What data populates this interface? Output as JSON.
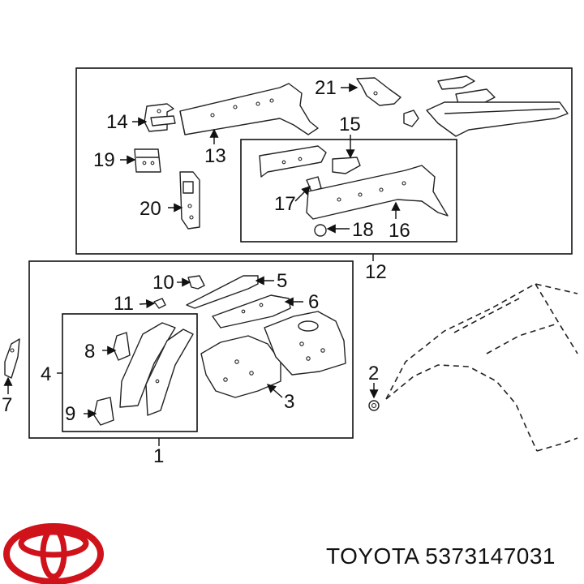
{
  "caption": {
    "brand": "TOYOTA",
    "part_number": "5373147031"
  },
  "logo": {
    "color": "#d0121b",
    "icon": "toyota-logo"
  },
  "callouts": {
    "c1": "1",
    "c2": "2",
    "c3": "3",
    "c4": "4",
    "c5": "5",
    "c6": "6",
    "c7": "7",
    "c8": "8",
    "c9": "9",
    "c10": "10",
    "c11": "11",
    "c12": "12",
    "c13": "13",
    "c14": "14",
    "c15": "15",
    "c16": "16",
    "c17": "17",
    "c18": "18",
    "c19": "19",
    "c20": "20",
    "c21": "21"
  }
}
